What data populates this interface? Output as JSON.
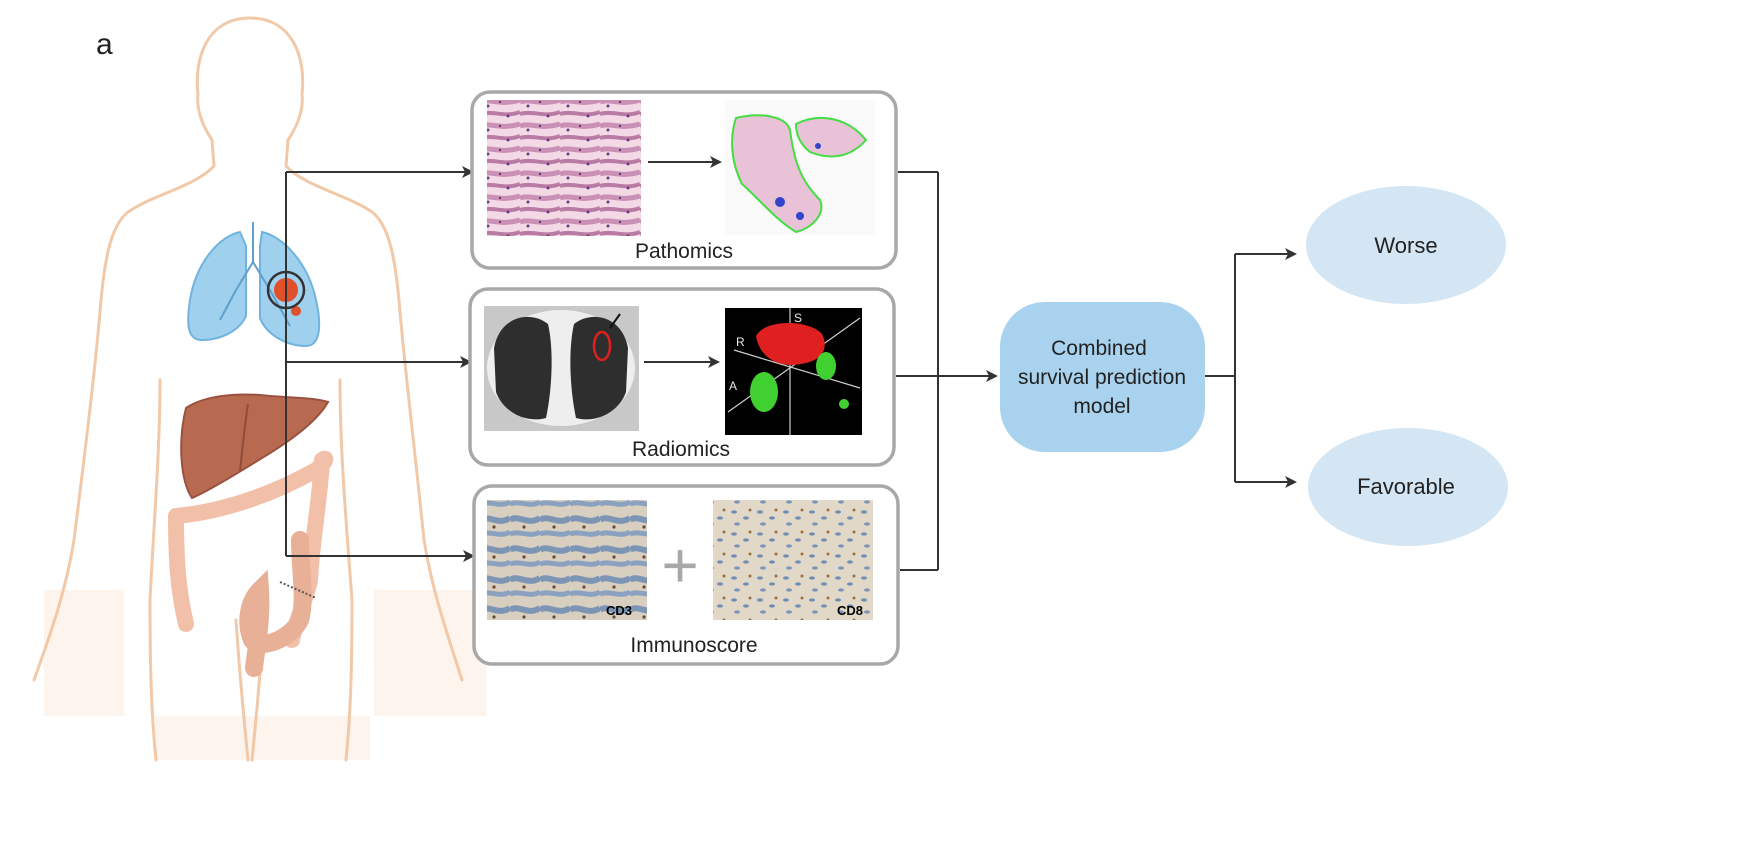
{
  "panel_label": "a",
  "modules": {
    "pathomics": {
      "label": "Pathomics"
    },
    "radiomics": {
      "label": "Radiomics",
      "axis_labels": [
        "S",
        "R",
        "A"
      ]
    },
    "immunoscore": {
      "label": "Immunoscore",
      "image1_label": "CD3",
      "image2_label": "CD8",
      "plus_symbol": "+"
    }
  },
  "model": {
    "line1": "Combined",
    "line2": "survival prediction",
    "line3": "model"
  },
  "outcomes": {
    "worse": "Worse",
    "favorable": "Favorable"
  },
  "colors": {
    "body_outline": "#f2c9a8",
    "lung": "#9fd0ee",
    "tumor": "#e0502a",
    "liver": "#b86a50",
    "intestine": "#f2c0a8",
    "module_border": "#a8a8a8",
    "arrow": "#333333",
    "model_fill": "#a8d2ee",
    "outcome_fill": "#d4e6f4",
    "tumor_3d": "#e02020",
    "edema_3d": "#40d030"
  }
}
